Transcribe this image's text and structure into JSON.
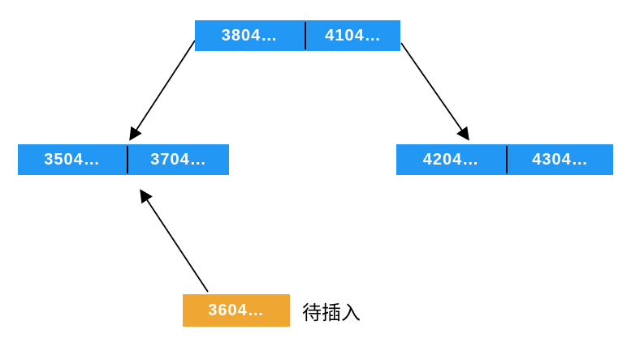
{
  "diagram": {
    "nodes": {
      "root": {
        "cells": [
          "3804…",
          "4104…"
        ]
      },
      "left": {
        "cells": [
          "3504…",
          "3704…"
        ]
      },
      "right": {
        "cells": [
          "4204…",
          "4304…"
        ]
      },
      "insert": {
        "cells": [
          "3604…"
        ]
      }
    },
    "insert_label": "待插入",
    "colors": {
      "node-blue": "#2297F3",
      "node-orange": "#F0A632",
      "line-black": "#000000",
      "node-text": "#FFFFFF",
      "label-text": "#000000",
      "background": "#FFFFFF"
    }
  }
}
